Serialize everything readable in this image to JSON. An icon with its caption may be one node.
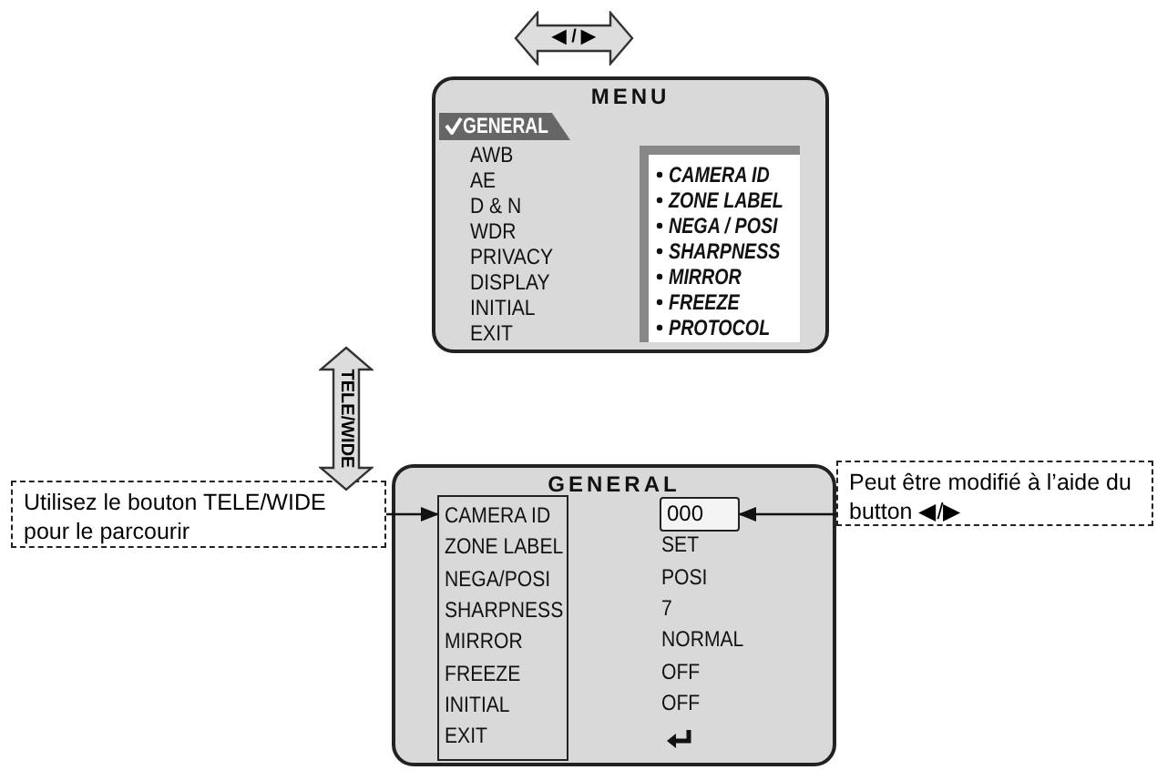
{
  "diagram": {
    "nodes": [
      {
        "text": [
          "MENU",
          "AWB",
          "AE",
          "D & N",
          "WDR",
          "PRIVACY",
          "DISPLAY",
          "INITIAL",
          "EXIT"
        ]
      },
      {
        "text": [
          "GENERAL"
        ],
        "in": 0
      },
      {
        "text": [
          "CAMERA ID",
          "ZONE LABEL",
          "NEGA / POSI",
          "SHARPNESS",
          "MIRROR",
          "FREEZE",
          "PROTOCOL"
        ],
        "in": 0
      },
      {
        "text": [
          "GENERAL",
          "SET",
          "POSI",
          "7",
          "NORMAL",
          "OFF",
          "OFF"
        ]
      },
      {
        "text": [
          "CAMERA ID",
          "ZONE LABEL",
          "NEGA/POSI",
          "SHARPNESS",
          "MIRROR",
          "FREEZE",
          "INITIAL",
          "EXIT"
        ],
        "in": 3
      },
      {
        "text": [
          "000"
        ],
        "in": 3
      },
      {
        "text": [
          "Utilisez le bouton TELE/WIDE pour le parcourir"
        ]
      },
      {
        "text": [
          "Peut être modifié à l’aide du button ◀/▶"
        ]
      },
      {
        "text": [
          "◀ / ▶"
        ]
      },
      {
        "text": [
          "TELE/WIDE"
        ]
      }
    ],
    "edges": [
      {
        "from": 6,
        "to": 4,
        "arrow": "to"
      },
      {
        "from": 7,
        "to": 5,
        "arrow": "to"
      }
    ]
  }
}
